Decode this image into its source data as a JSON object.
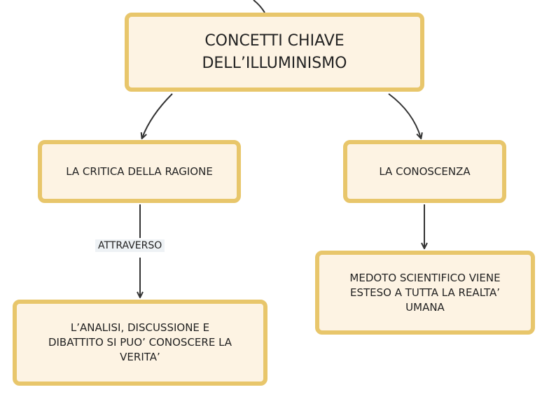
{
  "root": {
    "lines": [
      "CONCETTI CHIAVE",
      "DELL’ILLUMINISMO"
    ]
  },
  "critica": {
    "lines": [
      "LA CRITICA DELLA RAGIONE"
    ]
  },
  "conoscenza": {
    "lines": [
      "LA CONOSCENZA"
    ]
  },
  "analisi": {
    "lines": [
      "L’ANALISI, DISCUSSIONE E",
      "DIBATTITO SI PUO’ CONOSCERE LA",
      "VERITA’"
    ]
  },
  "metodo": {
    "lines": [
      "MEDOTO SCIENTIFICO VIENE",
      "ESTESO A TUTTA LA REALTA’",
      "UMANA"
    ]
  },
  "edge_label": "ATTRAVERSO",
  "colors": {
    "node_fill": "#fdf3e3",
    "node_border": "#e8c66b",
    "edge": "#333333",
    "label_bg": "#eef2f5"
  }
}
